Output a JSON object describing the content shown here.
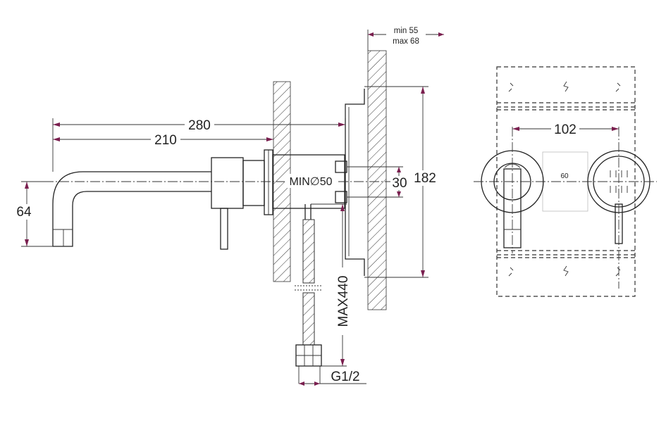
{
  "labels": {
    "len_280": "280",
    "len_210": "210",
    "height_64": "64",
    "min_dia": "MIN∅50",
    "dist_30": "30",
    "height_182": "182",
    "max_hose": "MAX440",
    "thread": "G1/2",
    "wall_min": "min 55",
    "wall_max": "max 68",
    "spacing_102": "102",
    "plate_60": "60"
  },
  "colors": {
    "line": "#222222",
    "arrow": "#7a1f4f",
    "background": "#ffffff"
  }
}
